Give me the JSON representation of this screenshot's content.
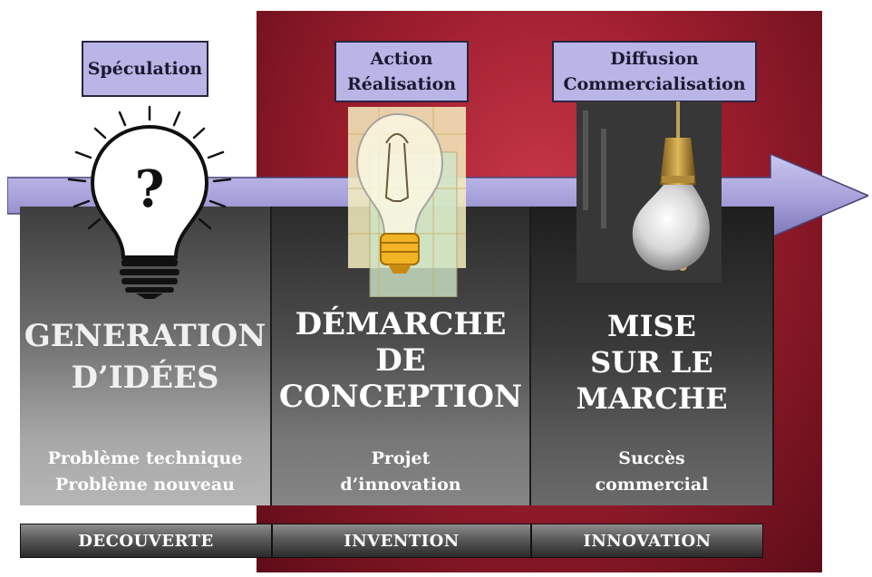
{
  "phases": [
    {
      "line1": "Spéculation",
      "line2": ""
    },
    {
      "line1": "Action",
      "line2": "Réalisation"
    },
    {
      "line1": "Diffusion",
      "line2": "Commercialisation"
    }
  ],
  "columns": [
    {
      "title_lines": [
        "GENERATION",
        "D’IDÉES"
      ],
      "sub_lines": [
        "Problème technique",
        "Problème nouveau"
      ]
    },
    {
      "title_lines": [
        "DÉMARCHE",
        "DE",
        "CONCEPTION"
      ],
      "sub_lines": [
        "Projet",
        "d’innovation"
      ]
    },
    {
      "title_lines": [
        "MISE",
        "SUR LE",
        "MARCHE"
      ],
      "sub_lines": [
        "Succès",
        "commercial"
      ]
    }
  ],
  "stages": [
    "DECOUVERTE",
    "INVENTION",
    "INNOVATION"
  ],
  "question_mark": "?",
  "colors": {
    "red_panel": "#9e1e2e",
    "arrow_fill": "#a9a4dc",
    "label_fill": "#b9b5e6"
  },
  "icons": [
    "lightbulb-question-icon",
    "lightbulb-blueprint-icon",
    "hanging-lightbulb-icon"
  ]
}
